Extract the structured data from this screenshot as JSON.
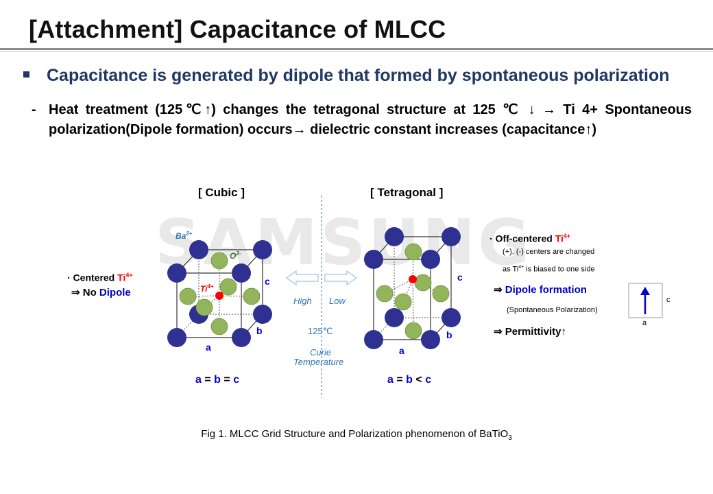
{
  "title": "[Attachment] Capacitance of MLCC",
  "bullet": "Capacitance is generated by dipole that formed by spontaneous polarization",
  "dash": "-",
  "desc_line1": "Heat treatment (125℃↑) changes the tetragonal structure at 125 ℃ ↓ → Ti 4+ Spontaneous",
  "desc_line2": "polarization(Dipole formation) occurs→ dielectric constant increases (capacitance↑)",
  "watermark": "SAMSUNG",
  "cubic": {
    "heading": "[ Cubic ]",
    "ba_label": "Ba",
    "ba_sup": "2+",
    "o_label": "O",
    "o_sup": "2-",
    "ti_label": "Ti",
    "ti_sup": "4+",
    "axis_a": "a",
    "axis_b": "b",
    "axis_c": "c",
    "eq": {
      "a": "a",
      "eq1": "=",
      "b": "b",
      "eq2": "=",
      "c": "c"
    },
    "note_prefix": "· Centered ",
    "note_ti": "Ti",
    "note_sup": "4+",
    "note2_arrow": "⇒",
    "note2_text": "No",
    "note2_dipole": "Dipole"
  },
  "tetragonal": {
    "heading": "[ Tetragonal ]",
    "axis_a": "a",
    "axis_b": "b",
    "axis_c": "c",
    "eq": {
      "a": "a",
      "eq1": "=",
      "b": "b",
      "eq2": "<",
      "c": "c"
    },
    "off_prefix": "· Off-centered ",
    "off_ti": "Ti",
    "off_sup": "4+",
    "centers_line1": "(+), (-) centers are changed",
    "centers_line2_pre": "as Ti",
    "centers_line2_sup": "4+",
    "centers_line2_post": " is biased to one side",
    "dipole_arrow": "⇒",
    "dipole_text": "Dipole formation",
    "spont": "(Spontaneous Polarization)",
    "perm_arrow": "⇒",
    "perm_text": "Permittivity↑",
    "box_c": "c",
    "box_a": "a"
  },
  "middle": {
    "high": "High",
    "low": "Low",
    "temp": "125℃",
    "curie1": "Curie",
    "curie2": "Temperature"
  },
  "caption": {
    "text": "Fig 1. MLCC Grid Structure and Polarization phenomenon of BaTiO",
    "sub": "3"
  },
  "colors": {
    "ba": "#2e3192",
    "o": "#92b45a",
    "ti": "#ff0000",
    "accent": "#1f3864",
    "blue_text": "#0000cc",
    "italic_blue": "#2e75b6"
  }
}
